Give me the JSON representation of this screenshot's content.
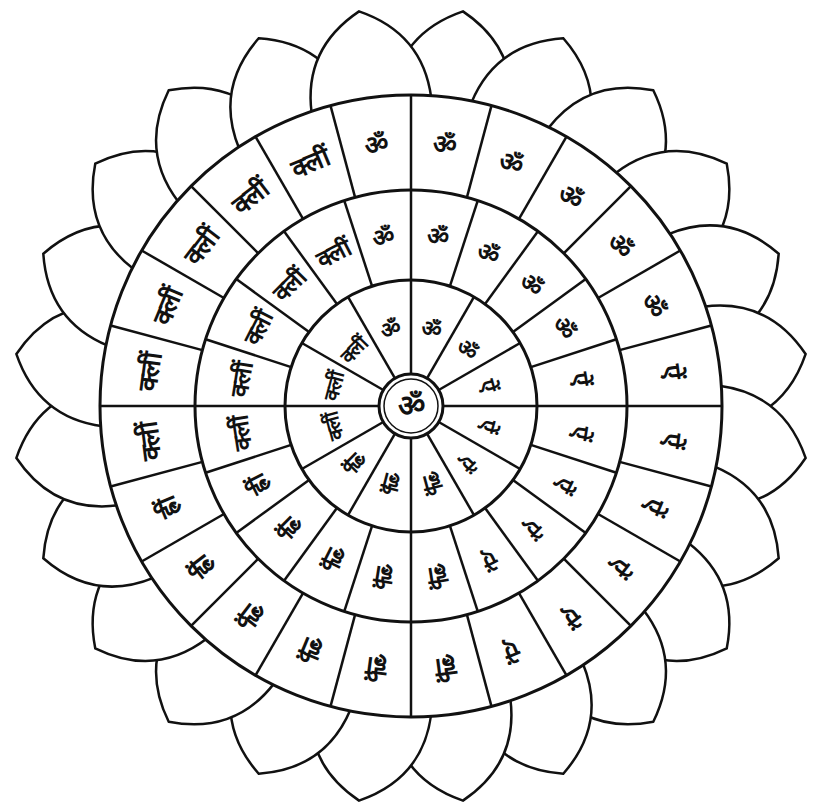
{
  "diagram": {
    "nodes": [
      {
        "text": [
          "ॐ"
        ]
      },
      {
        "text": [
          "ॐ"
        ]
      },
      {
        "text": [
          "ॐ"
        ]
      },
      {
        "text": [
          "ऐं"
        ]
      },
      {
        "text": [
          "ऐं"
        ]
      },
      {
        "text": [
          "ऐं"
        ]
      },
      {
        "text": [
          "ह्रीं"
        ]
      },
      {
        "text": [
          "ह्रीं"
        ]
      },
      {
        "text": [
          "ह्रीं"
        ]
      },
      {
        "text": [
          "क्लीं"
        ]
      },
      {
        "text": [
          "क्लीं"
        ]
      },
      {
        "text": [
          "क्लीं"
        ]
      },
      {
        "text": [
          "ॐ"
        ]
      },
      {
        "text": [
          "ॐ"
        ]
      },
      {
        "text": [
          "ॐ"
        ]
      },
      {
        "text": [
          "ॐ"
        ]
      },
      {
        "text": [
          "ॐ"
        ]
      },
      {
        "text": [
          "ऐं"
        ]
      },
      {
        "text": [
          "ऐं"
        ]
      },
      {
        "text": [
          "ऐं"
        ]
      },
      {
        "text": [
          "ऐं"
        ]
      },
      {
        "text": [
          "ऐं"
        ]
      },
      {
        "text": [
          "ह्रीं"
        ]
      },
      {
        "text": [
          "ह्रीं"
        ]
      },
      {
        "text": [
          "ह्रीं"
        ]
      },
      {
        "text": [
          "ह्रीं"
        ]
      },
      {
        "text": [
          "ह्रीं"
        ]
      },
      {
        "text": [
          "क्लीं"
        ]
      },
      {
        "text": [
          "क्लीं"
        ]
      },
      {
        "text": [
          "क्लीं"
        ]
      },
      {
        "text": [
          "क्लीं"
        ]
      },
      {
        "text": [
          "क्लीं"
        ]
      },
      {
        "text": [
          "ॐ"
        ]
      },
      {
        "text": [
          "ॐ"
        ]
      },
      {
        "text": [
          "ॐ"
        ]
      },
      {
        "text": [
          "ॐ"
        ]
      },
      {
        "text": [
          "ॐ"
        ]
      },
      {
        "text": [
          "ॐ"
        ]
      },
      {
        "text": [
          "ऐं"
        ]
      },
      {
        "text": [
          "ऐं"
        ]
      },
      {
        "text": [
          "ऐं"
        ]
      },
      {
        "text": [
          "ऐं"
        ]
      },
      {
        "text": [
          "ऐं"
        ]
      },
      {
        "text": [
          "ऐं"
        ]
      },
      {
        "text": [
          "ह्रीं"
        ]
      },
      {
        "text": [
          "ह्रीं"
        ]
      },
      {
        "text": [
          "ह्रीं"
        ]
      },
      {
        "text": [
          "ह्रीं"
        ]
      },
      {
        "text": [
          "ह्रीं"
        ]
      },
      {
        "text": [
          "ह्रीं"
        ]
      },
      {
        "text": [
          "क्लीं"
        ]
      },
      {
        "text": [
          "क्लीं"
        ]
      },
      {
        "text": [
          "क्लीं"
        ]
      },
      {
        "text": [
          "क्लीं"
        ]
      },
      {
        "text": [
          "क्लीं"
        ]
      },
      {
        "text": [
          "क्लीं"
        ]
      },
      {
        "text": [
          "ॐ"
        ]
      }
    ]
  }
}
